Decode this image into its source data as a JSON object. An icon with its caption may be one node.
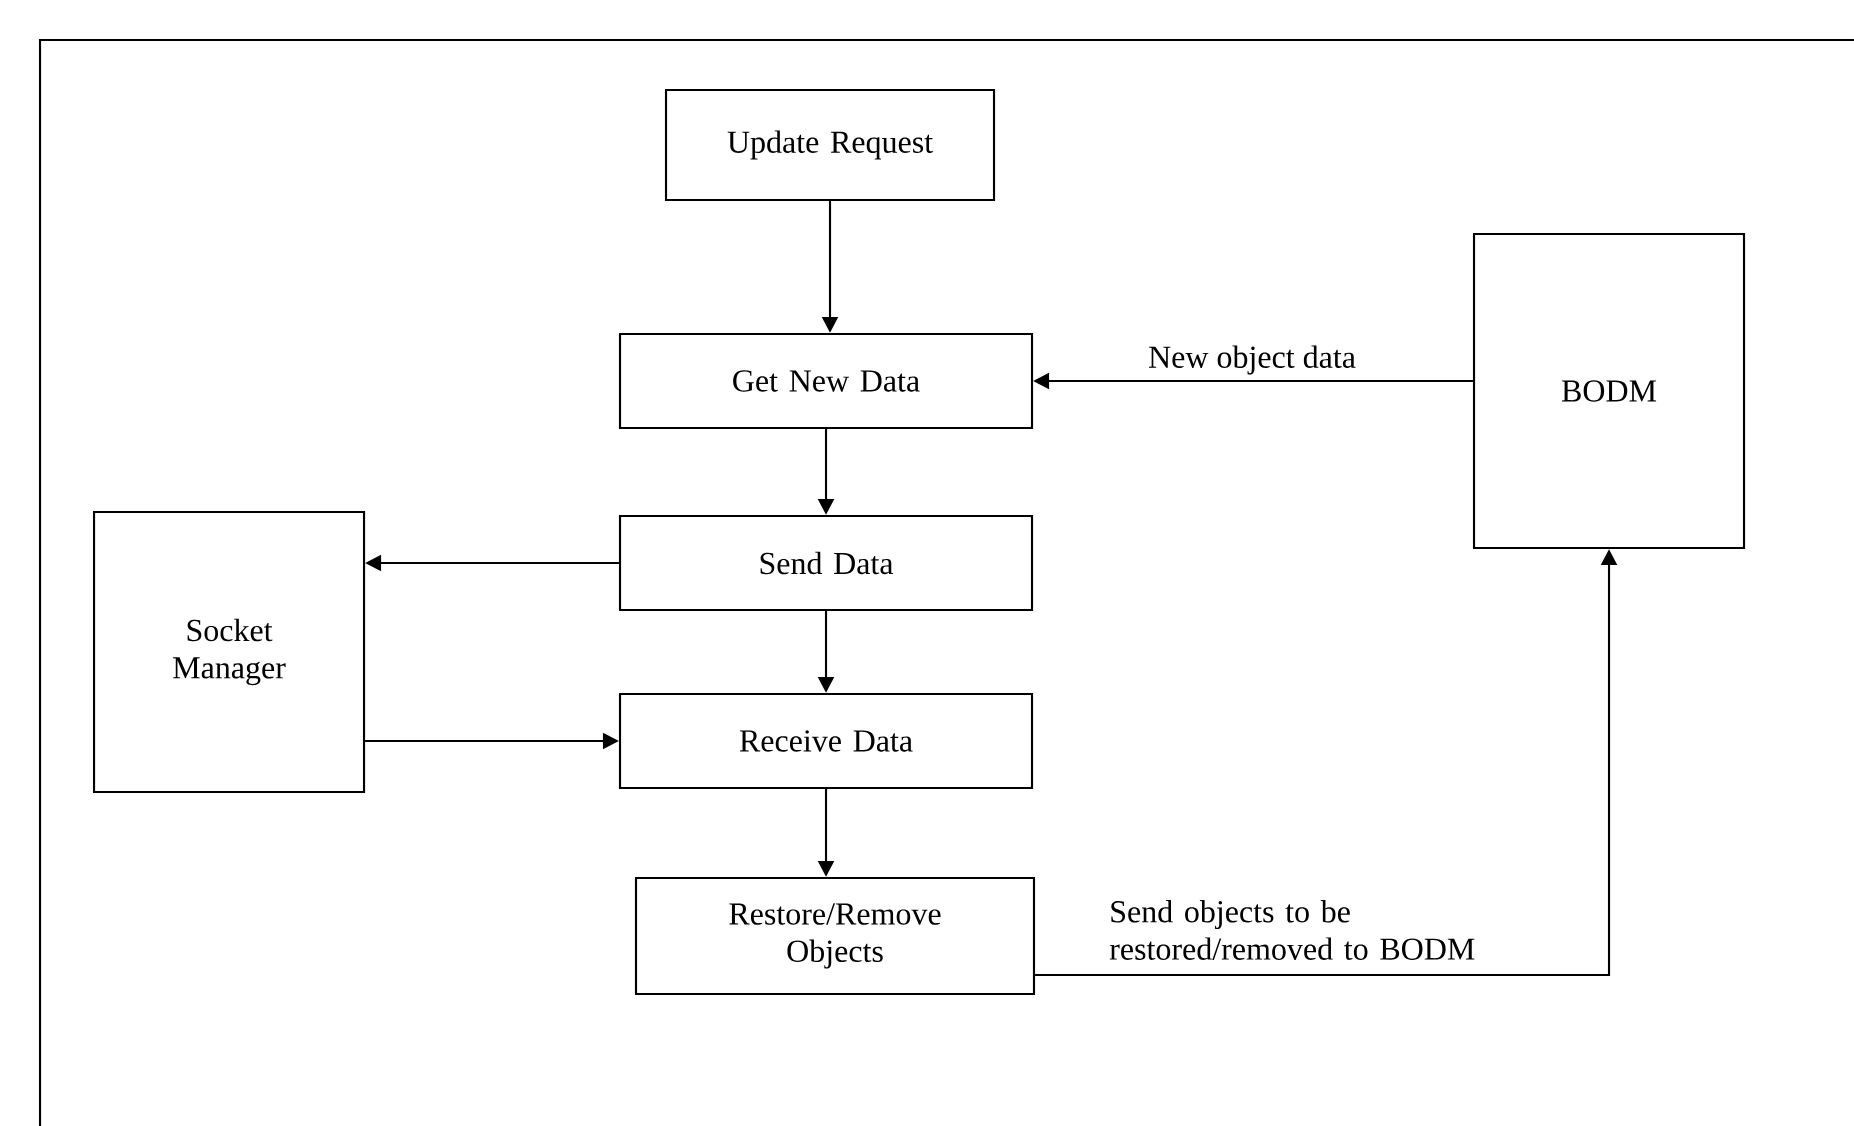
{
  "diagram": {
    "nodes": [
      {
        "text": [
          "Update Request"
        ]
      },
      {
        "text": [
          "Get New Data"
        ]
      },
      {
        "text": [
          "Send Data"
        ]
      },
      {
        "text": [
          "Receive Data"
        ]
      },
      {
        "text": [
          "Restore/Remove Objects"
        ]
      },
      {
        "text": [
          "Socket Manager"
        ]
      },
      {
        "text": [
          "BODM"
        ]
      }
    ],
    "edges": [
      {
        "from": 0,
        "to": 1,
        "arrow": "to"
      },
      {
        "from": 6,
        "to": 1,
        "arrow": "to",
        "label": "New object data"
      },
      {
        "from": 1,
        "to": 2,
        "arrow": "to"
      },
      {
        "from": 2,
        "to": 5,
        "arrow": "to"
      },
      {
        "from": 2,
        "to": 3,
        "arrow": "to"
      },
      {
        "from": 5,
        "to": 3,
        "arrow": "to"
      },
      {
        "from": 3,
        "to": 4,
        "arrow": "to"
      },
      {
        "from": 4,
        "to": 6,
        "arrow": "to",
        "label": "Send objects to be restored/removed to BODM"
      }
    ]
  }
}
